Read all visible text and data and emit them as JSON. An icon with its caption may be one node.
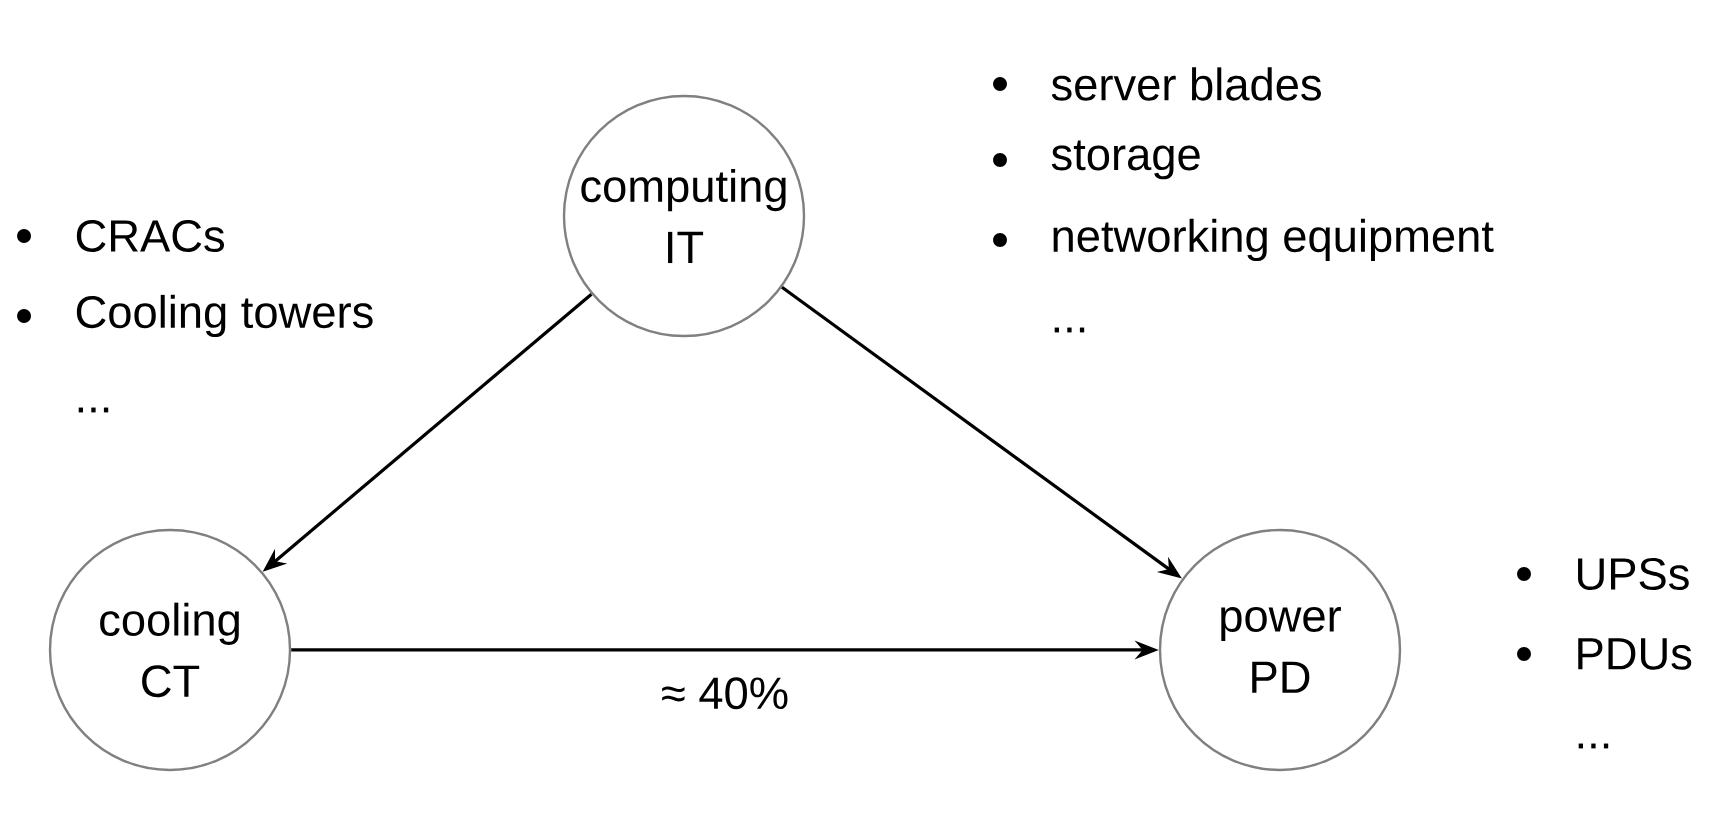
{
  "diagram": {
    "nodes": [
      {
        "text": [
          "computing",
          "IT"
        ],
        "beside": [
          "server blades",
          "storage",
          "networking equipment",
          "..."
        ]
      },
      {
        "text": [
          "cooling",
          "CT"
        ],
        "beside": [
          "CRACs",
          "Cooling towers",
          "..."
        ]
      },
      {
        "text": [
          "power",
          "PD"
        ],
        "beside": [
          "UPSs",
          "PDUs",
          "..."
        ]
      }
    ],
    "edges": [
      {
        "from": 0,
        "to": 1,
        "arrow": "to"
      },
      {
        "from": 0,
        "to": 2,
        "arrow": "to"
      },
      {
        "from": 1,
        "to": 2,
        "arrow": "to",
        "label": "≈ 40%"
      }
    ]
  }
}
